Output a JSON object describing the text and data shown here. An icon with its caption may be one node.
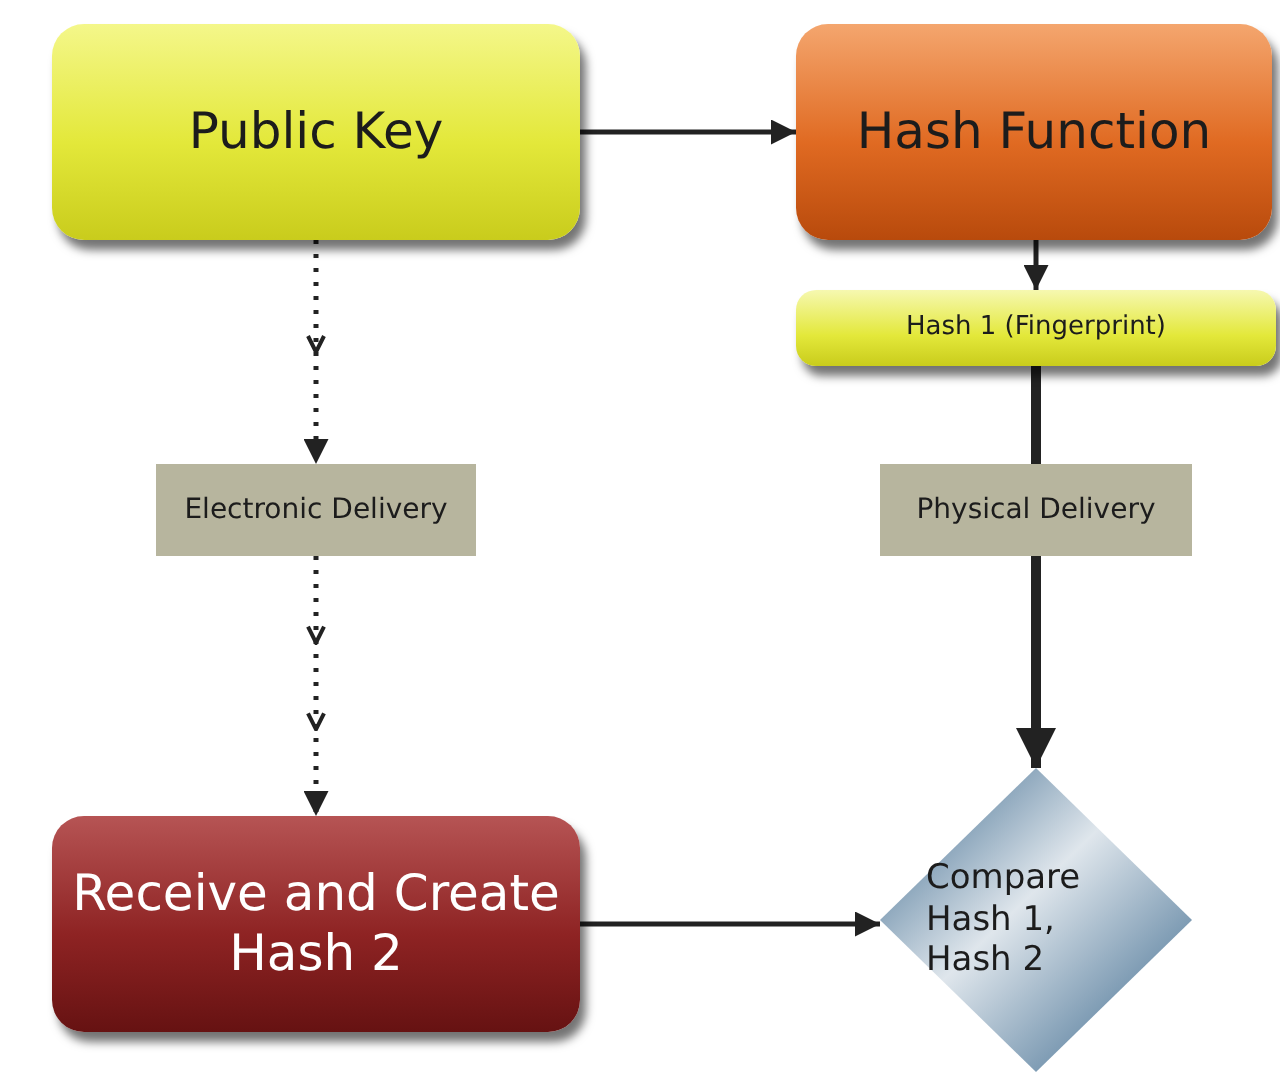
{
  "diagram": {
    "nodes": [
      {
        "text": [
          "Public Key"
        ]
      },
      {
        "text": [
          "Hash Function"
        ]
      },
      {
        "text": [
          "Hash 1 (Fingerprint)"
        ]
      },
      {
        "text": [
          "Electronic Delivery"
        ]
      },
      {
        "text": [
          "Physical Delivery"
        ]
      },
      {
        "text": [
          "Receive and Create Hash 2"
        ]
      },
      {
        "text": [
          "Compare Hash 1, Hash 2"
        ]
      }
    ],
    "edges": [
      {
        "from": 0,
        "to": 1,
        "arrow": "to"
      },
      {
        "from": 1,
        "to": 2,
        "arrow": "to"
      },
      {
        "from": 0,
        "to": 3,
        "arrow": "to",
        "style": "dashed"
      },
      {
        "from": 2,
        "to": 4,
        "arrow": "none",
        "style": "thick"
      },
      {
        "from": 3,
        "to": 5,
        "arrow": "to",
        "style": "dashed"
      },
      {
        "from": 4,
        "to": 6,
        "arrow": "to",
        "style": "thick"
      },
      {
        "from": 5,
        "to": 6,
        "arrow": "to"
      }
    ]
  }
}
